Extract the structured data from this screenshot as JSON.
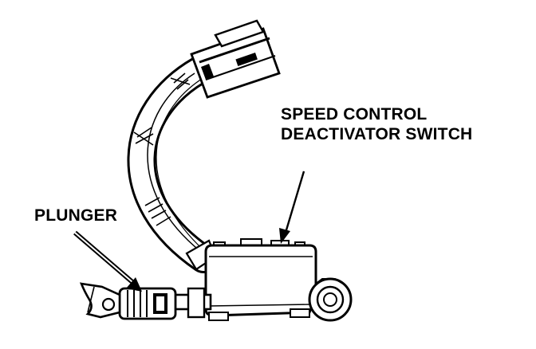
{
  "labels": {
    "switch_line1": "SPEED CONTROL",
    "switch_line2": "DEACTIVATOR SWITCH",
    "plunger": "PLUNGER"
  },
  "colors": {
    "ink": "#000000",
    "paper": "#ffffff"
  }
}
